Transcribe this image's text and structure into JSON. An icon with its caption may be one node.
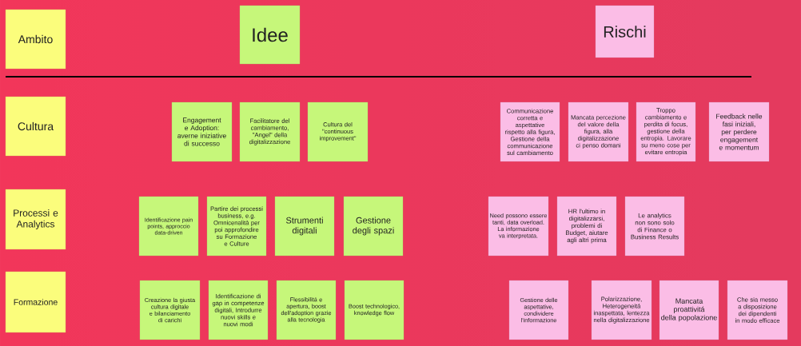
{
  "diagram": {
    "nodes": [
      {
        "text": [
          "Ambito"
        ]
      },
      {
        "text": [
          "Idee"
        ]
      },
      {
        "text": [
          "Rischi"
        ]
      },
      {
        "text": [
          "Cultura"
        ]
      },
      {
        "text": [
          "Engagement e Adoption: averne iniziative di successo"
        ]
      },
      {
        "text": [
          "Facilitatore del cambiamento, \"Angel\" della digitalizzazione"
        ]
      },
      {
        "text": [
          "Cultura del \"continuous improvement\""
        ]
      },
      {
        "text": [
          "Communicazione corretta e aspettative rispetto alla figura, Gestione della communicazione sul cambiamento"
        ]
      },
      {
        "text": [
          "Mancata percezione del valore della figura, alla digitalizzazione ci penso domani"
        ]
      },
      {
        "text": [
          "Troppo cambiamento e perdita di focus, gestione della entropia. Lavorare su meno cose per evitare entropia"
        ]
      },
      {
        "text": [
          "Feedback nelle fasi iniziali, per perdere engagement e momentum"
        ]
      },
      {
        "text": [
          "Processi e Analytics"
        ]
      },
      {
        "text": [
          "Identificazione pain points, approccio data-driven"
        ]
      },
      {
        "text": [
          "Partire dei processi business, e.g. Omnicenalità per poi approfondire su Formazione e Culture"
        ]
      },
      {
        "text": [
          "Strumenti digitali"
        ]
      },
      {
        "text": [
          "Gestione degli spazi"
        ]
      },
      {
        "text": [
          "Need possono essere tanti, data overload. La informazione va interpretata."
        ]
      },
      {
        "text": [
          "HR l'ultimo in digitalizzarsi, problemi di Budget, aiutare agli altri prima"
        ]
      },
      {
        "text": [
          "Le analytics non sono solo di Finance o Business Results"
        ]
      },
      {
        "text": [
          "Formazione"
        ]
      },
      {
        "text": [
          "Creazione la giusta cultura digitale e bilanciamento di carichi"
        ]
      },
      {
        "text": [
          "Identificazione di gap in competenze digitali, Introdurre nuovi skills e nuovi modi"
        ]
      },
      {
        "text": [
          "Flessibilitá e apertura, boost dell'adoption grazie alla tecnologia"
        ]
      },
      {
        "text": [
          "Boost technologico, knowledge flow"
        ]
      },
      {
        "text": [
          "Gestione delle aspettative, condividere l'informazione"
        ]
      },
      {
        "text": [
          "Polarizzazione, Heterogeneitá inaspettata, lentezza nella digitalizzazione"
        ]
      },
      {
        "text": [
          "Mancata proattivitá della popolazione"
        ]
      },
      {
        "text": [
          "Che sia messo a disposizione dei dipendenti in modo efficace"
        ]
      }
    ],
    "edges": []
  }
}
